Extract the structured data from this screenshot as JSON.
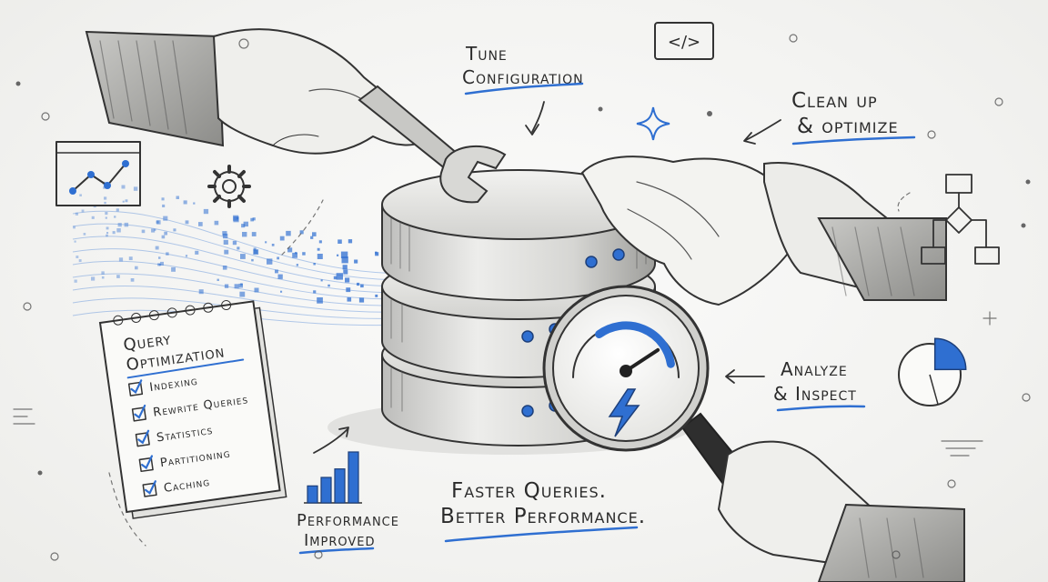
{
  "labels": {
    "tune": {
      "line1": "Tune",
      "line2": "Configuration"
    },
    "clean": {
      "line1": "Clean up",
      "line2": "& optimize"
    },
    "analyze": {
      "line1": "Analyze",
      "line2": "& Inspect"
    },
    "faster": {
      "line1": "Faster Queries.",
      "line2": "Better Performance."
    },
    "performance": {
      "line1": "Performance",
      "line2": "Improved"
    }
  },
  "notepad": {
    "title_line1": "Query",
    "title_line2": "Optimization",
    "items": [
      "Indexing",
      "Rewrite Queries",
      "Statistics",
      "Partitioning",
      "Caching"
    ]
  },
  "code_badge": "</>",
  "icons": [
    "wrench-icon",
    "gauge-icon",
    "lightning-icon",
    "magnifier-icon",
    "gear-icon",
    "line-chart-icon",
    "pie-chart-icon",
    "flowchart-icon",
    "bar-chart-icon",
    "sparkle-icon"
  ],
  "colors": {
    "accent": "#2f6fd1",
    "ink": "#2b2b2b"
  },
  "mini_bar_chart": {
    "type": "bar",
    "values": [
      2,
      3,
      4,
      6
    ]
  },
  "pie_chart": {
    "type": "pie",
    "highlight_fraction": 0.25
  },
  "gauge": {
    "level": 0.85
  }
}
